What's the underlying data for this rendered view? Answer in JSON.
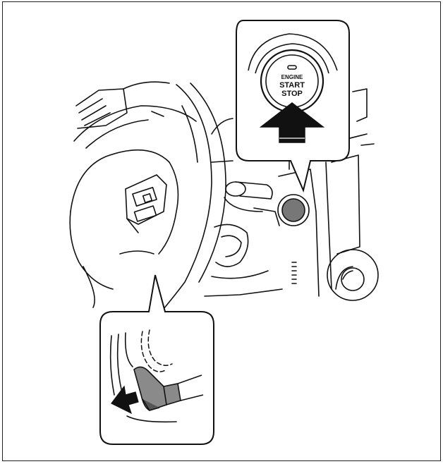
{
  "button": {
    "line1": "ENGINE",
    "line2": "START",
    "line3": "STOP"
  },
  "colors": {
    "ink": "#111111",
    "shoe_gray": "#8a8a8a",
    "shoe_dark": "#555555",
    "arrow": "#111111",
    "background": "#ffffff"
  },
  "icons": [
    "push-arrow-up-icon",
    "press-arrow-left-icon",
    "engine-button-icon"
  ]
}
